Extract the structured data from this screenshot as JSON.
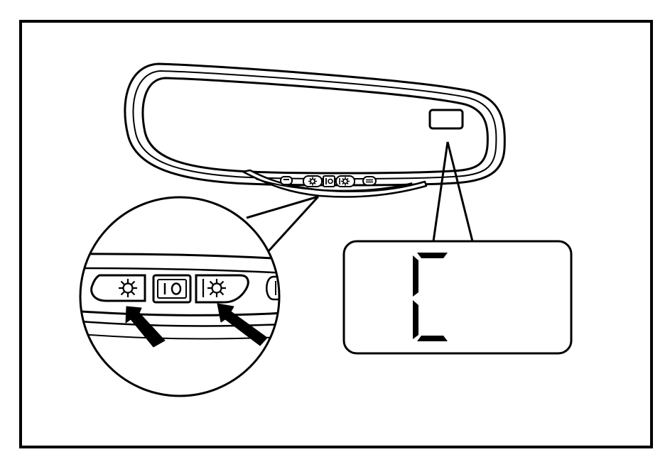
{
  "colors": {
    "line": "#000000",
    "background": "#ffffff"
  },
  "mirror": {
    "buttons": [
      {
        "name": "left-function-button",
        "icon": "rounded-rect-icon"
      },
      {
        "name": "dim-button",
        "icon": "sun-icon"
      },
      {
        "name": "power-button",
        "label": "I O"
      },
      {
        "name": "bright-button",
        "icon": "sun-icon"
      },
      {
        "name": "right-function-button",
        "icon": "equals-icon"
      }
    ]
  },
  "inset": {
    "power_label": "I O",
    "arrows": [
      "arrow-to-dim-button",
      "arrow-to-bright-button"
    ]
  },
  "display": {
    "character": "C",
    "segments": [
      "top",
      "upper-left",
      "lower-left",
      "bottom"
    ]
  }
}
